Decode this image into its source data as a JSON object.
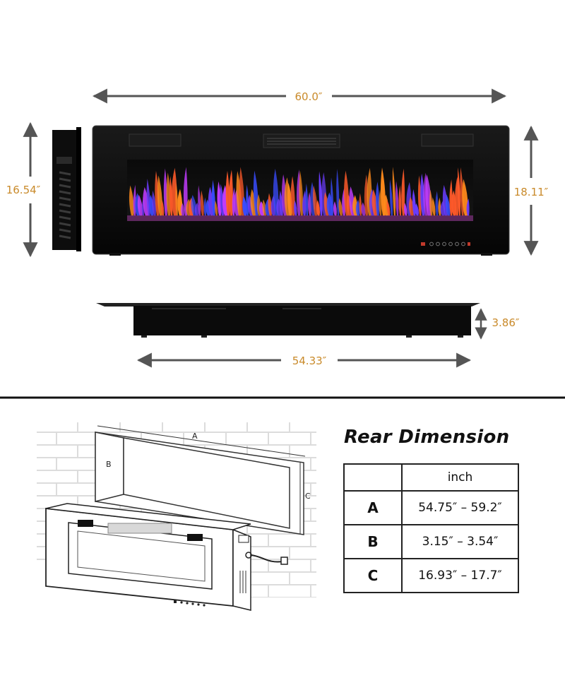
{
  "dimensions": {
    "width": "60.0″",
    "depth_panel_height": "16.54″",
    "height": "18.11″",
    "depth": "3.86″",
    "body_width": "54.33″"
  },
  "rear": {
    "title": "Rear Dimension",
    "unit_header": "inch",
    "rows": [
      {
        "key": "A",
        "value": "54.75″ – 59.2″"
      },
      {
        "key": "B",
        "value": "3.15″ – 3.54″"
      },
      {
        "key": "C",
        "value": "16.93″ – 17.7″"
      }
    ],
    "diagram_labels": {
      "a": "A",
      "b": "B",
      "c": "C"
    }
  },
  "colors": {
    "dimension_text": "#c98a2a",
    "arrow": "#555555",
    "panel": "#0c0c0c",
    "flame_blue": "#3a4cff",
    "flame_orange": "#ff8a1c",
    "flame_purple": "#c23cff"
  }
}
